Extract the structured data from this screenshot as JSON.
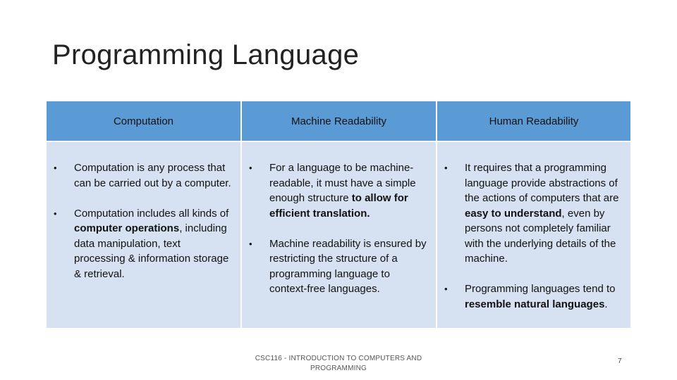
{
  "title": "Programming Language",
  "columns": [
    {
      "heading": "Computation",
      "bullets": [
        [
          {
            "t": "Computation is any process that can be carried out by a computer."
          }
        ],
        [
          {
            "t": "Computation includes all kinds of "
          },
          {
            "t": "computer operations",
            "b": true
          },
          {
            "t": ", including data manipulation, text processing & information storage & retrieval."
          }
        ]
      ]
    },
    {
      "heading": "Machine Readability",
      "bullets": [
        [
          {
            "t": "For a language to be machine-readable, it must have a simple enough structure "
          },
          {
            "t": "to allow for efficient translation.",
            "b": true
          }
        ],
        [
          {
            "t": "Machine readability is ensured by restricting the structure of a programming language to context-free languages."
          }
        ]
      ]
    },
    {
      "heading": "Human Readability",
      "bullets": [
        [
          {
            "t": "It requires that a programming language provide abstractions of the actions of computers that are "
          },
          {
            "t": "easy to understand",
            "b": true
          },
          {
            "t": ", even by persons not completely familiar with the underlying details of the machine."
          }
        ],
        [
          {
            "t": "Programming languages tend to "
          },
          {
            "t": "resemble natural languages",
            "b": true
          },
          {
            "t": "."
          }
        ]
      ]
    }
  ],
  "footer": {
    "line1": "CSC116 - INTRODUCTION TO COMPUTERS AND",
    "line2": "PROGRAMMING",
    "page_number": "7"
  }
}
